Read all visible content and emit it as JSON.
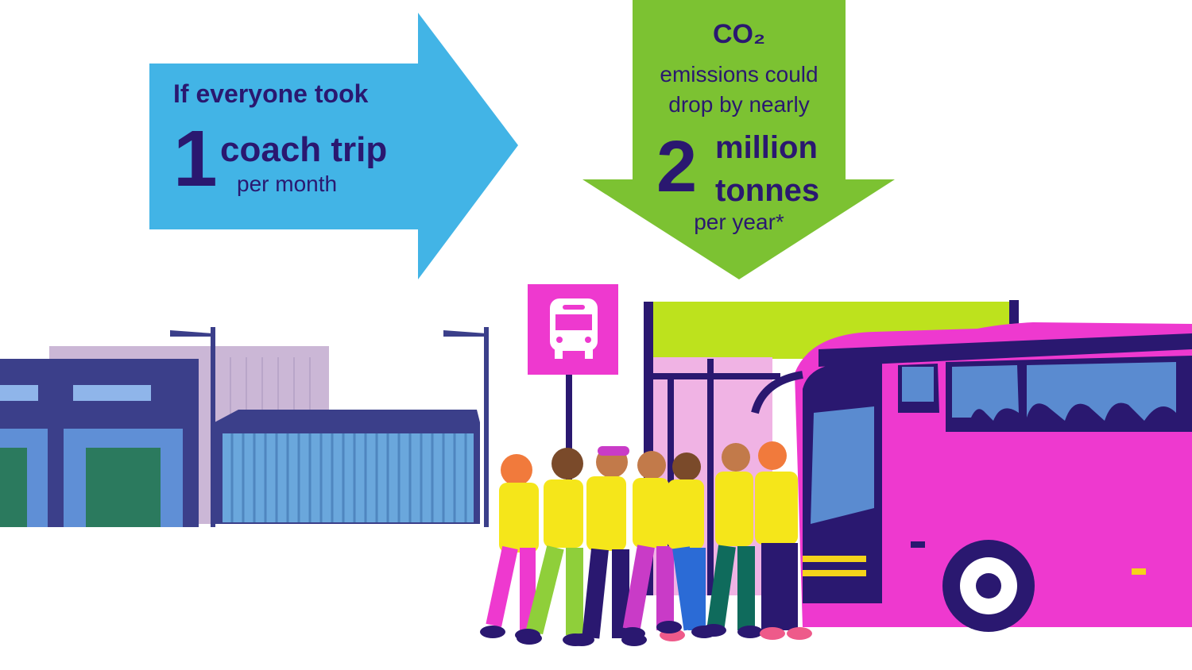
{
  "left_arrow": {
    "line1": "If everyone took",
    "number": "1",
    "unit": "coach trip",
    "period": "per month",
    "color": "#42b4e6"
  },
  "right_arrow": {
    "heading": "CO₂",
    "line1": "emissions could",
    "line2": "drop by nearly",
    "number": "2",
    "unit_line1": "million",
    "unit_line2": "tonnes",
    "period": "per year*",
    "color": "#7cc232"
  },
  "colors": {
    "text": "#2a1870",
    "bus": "#ee39cf",
    "shelter_roof": "#bde21d",
    "warehouse": "#3b3f8a"
  },
  "icons": [
    "bus-stop-icon"
  ]
}
